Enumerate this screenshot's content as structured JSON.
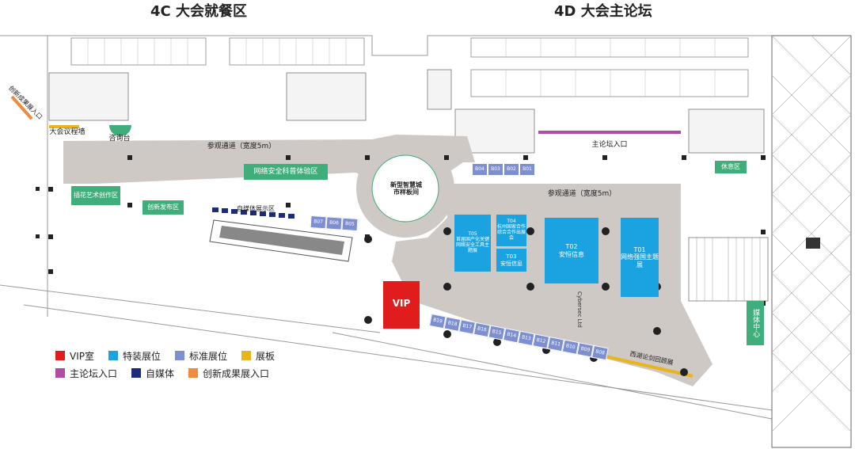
{
  "titles": {
    "left": "4C 大会就餐区",
    "right": "4D 大会主论坛"
  },
  "colors": {
    "vip": "#e01c1c",
    "special": "#1aa3e0",
    "standard": "#7d8fd1",
    "board": "#e8b51c",
    "forum_entry": "#b04aa7",
    "media": "#1c2a7a",
    "innovation": "#f08a3c",
    "zone": "#3fae7a",
    "aisle": "#cfc9c6"
  },
  "zones": {
    "consult": "咨询台",
    "meeting_wall": "大会议程墙",
    "innovation_entry": "创新成果展入口",
    "visit_aisle_1": "参观通道（宽度5m）",
    "visit_aisle_2": "参观通道（宽度5m）",
    "security_experience": "网络安全科普体验区",
    "smart_city": "新型智慧城市样板间",
    "art_zone": "插花艺术创作区",
    "launch_zone": "创新发布区",
    "media_zone": "自媒体展示区",
    "forum_entry": "主论坛入口",
    "rest_zone": "休息区",
    "media_center": "媒体中心",
    "xihu_wall": "西湖论剑回顾展"
  },
  "booths_special": {
    "t05": {
      "code": "T05",
      "name": "首届国产化关键网络安全工具主题展"
    },
    "t04": {
      "code": "T04",
      "name": "杭州国家合作综合合作出展会"
    },
    "t03": {
      "code": "T03",
      "name": "安恒信息"
    },
    "t02": {
      "code": "T02",
      "name": "安恒信息"
    },
    "t01": {
      "code": "T01",
      "name": "网络强国主题展"
    }
  },
  "vip": "VIP",
  "booths_standard_top": [
    "B04",
    "B03",
    "B02",
    "B01"
  ],
  "booths_standard_left": [
    "B07",
    "B06",
    "B05"
  ],
  "booths_standard_bottom": [
    "B19",
    "B18",
    "B17",
    "B16",
    "B15",
    "B14",
    "B13",
    "B12",
    "B11",
    "B10",
    "B09",
    "B08"
  ],
  "booth_names_bottom": [
    "Cybersec Ltd"
  ],
  "legend": [
    {
      "label": "VIP室",
      "color_key": "vip"
    },
    {
      "label": "特装展位",
      "color_key": "special"
    },
    {
      "label": "标准展位",
      "color_key": "standard"
    },
    {
      "label": "展板",
      "color_key": "board"
    },
    {
      "label": "主论坛入口",
      "color_key": "forum_entry"
    },
    {
      "label": "自媒体",
      "color_key": "media"
    },
    {
      "label": "创新成果展入口",
      "color_key": "innovation"
    }
  ]
}
